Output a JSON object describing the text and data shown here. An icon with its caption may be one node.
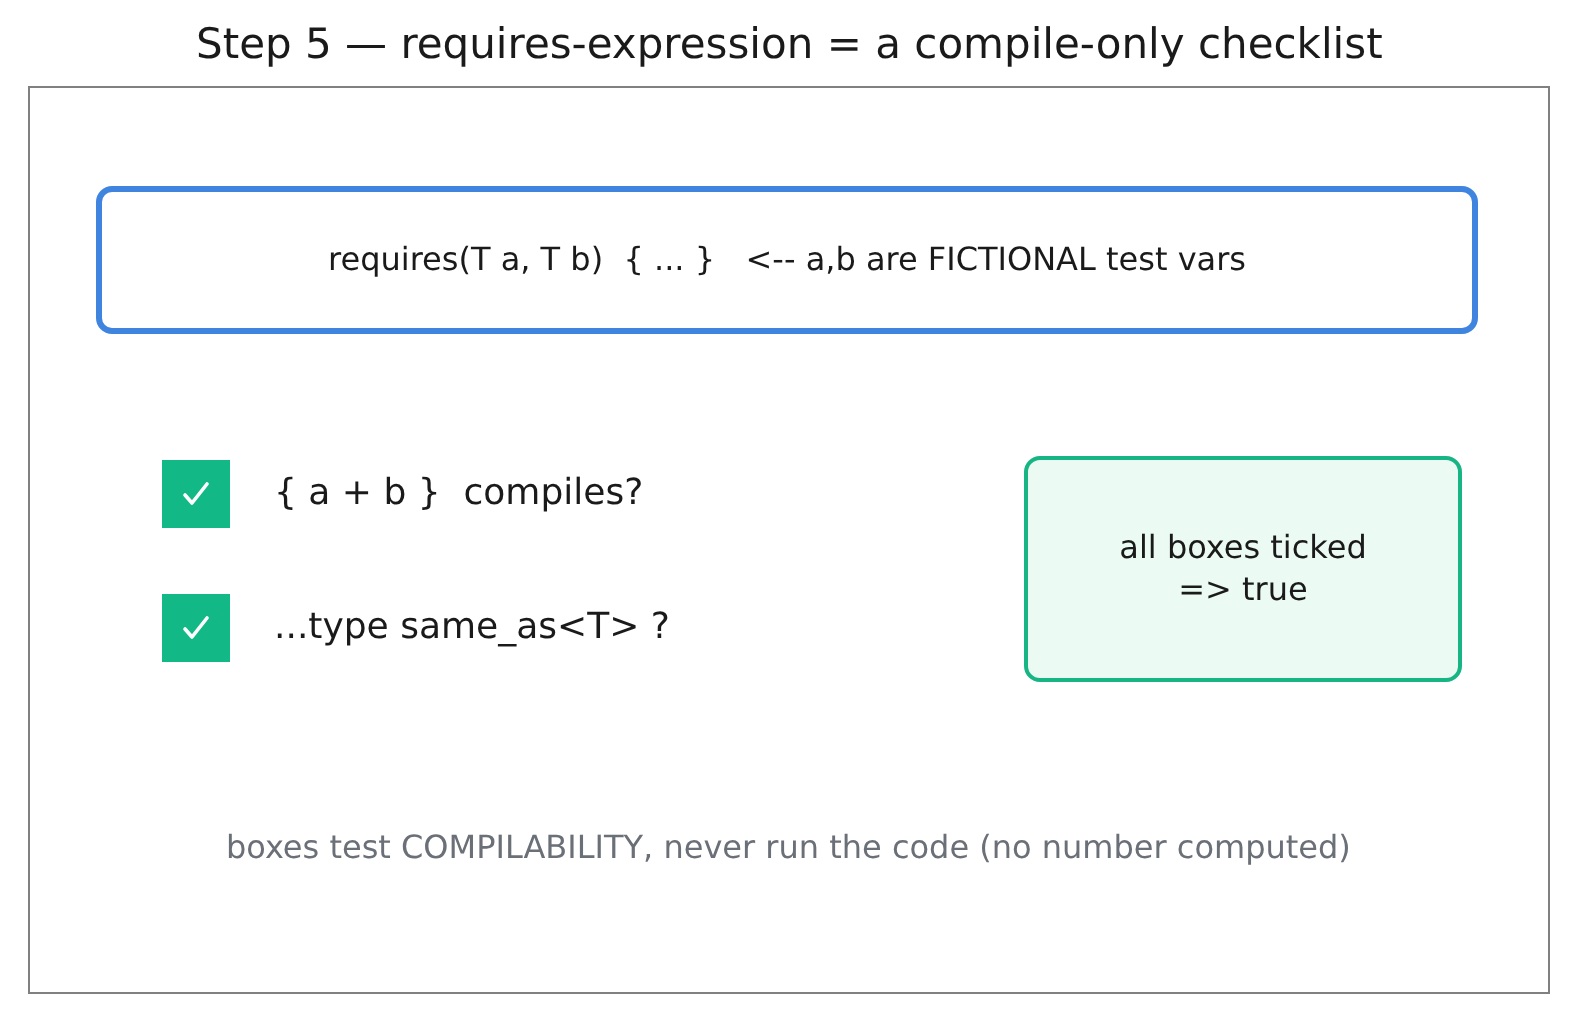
{
  "diagram": {
    "title": "Step 5 — requires-expression = a compile-only checklist",
    "nodes": [
      {
        "text": [
          "requires(T a, T b)  { ... }   <-- a,b are FICTIONAL test vars"
        ]
      },
      {
        "text": [
          "all boxes ticked => true"
        ]
      }
    ],
    "labels": [
      "{ a + b }  compiles?",
      "...type same_as<T> ?",
      "boxes test COMPILABILITY, never run the code (no number computed)"
    ]
  }
}
